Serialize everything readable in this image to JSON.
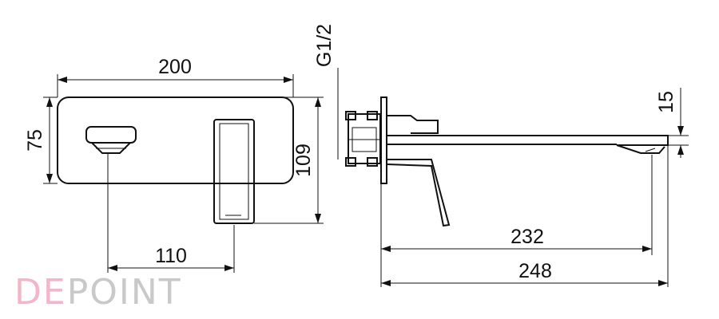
{
  "dimensions": {
    "front_width": "200",
    "front_height": "75",
    "lever_height": "109",
    "spout_offset": "110",
    "thread": "G1/2",
    "side_spout_thickness": "15",
    "side_reach_232": "232",
    "side_reach_248": "248"
  },
  "watermark": {
    "prefix": "DE",
    "suffix": "POINT",
    "prefix_color": "#f3b6c8",
    "suffix_color": "#c9c9c9"
  }
}
